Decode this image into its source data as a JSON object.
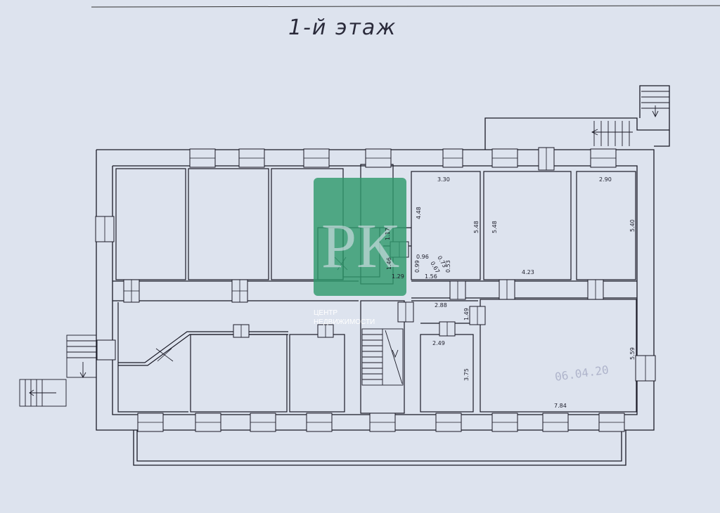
{
  "title": "1-й этаж",
  "watermark": {
    "letters": "РК",
    "line1": "ЦЕНТР",
    "line2": "НЕДВИЖИМОСТИ",
    "color": "#2f9a6c"
  },
  "stamp_text": "06.04.20",
  "dimensions": {
    "d_3_30": "3.30",
    "d_4_48": "4.48",
    "d_5_48a": "5.48",
    "d_5_48b": "5.48",
    "d_2_90": "2.90",
    "d_5_40": "5.40",
    "d_4_23": "4.23",
    "d_1_17": "1.17",
    "d_1_46": "1.46",
    "d_1_29": "1.29",
    "d_0_96": "0.96",
    "d_0_73": "0.73",
    "d_0_99": "0.99",
    "d_0_67": "0.67",
    "d_0_53": "0.53",
    "d_1_56": "1.56",
    "d_2_88": "2.88",
    "d_1_49": "1.49",
    "d_2_49": "2.49",
    "d_3_75": "3.75",
    "d_5_59": "5.59",
    "d_7_84": "7.84"
  }
}
